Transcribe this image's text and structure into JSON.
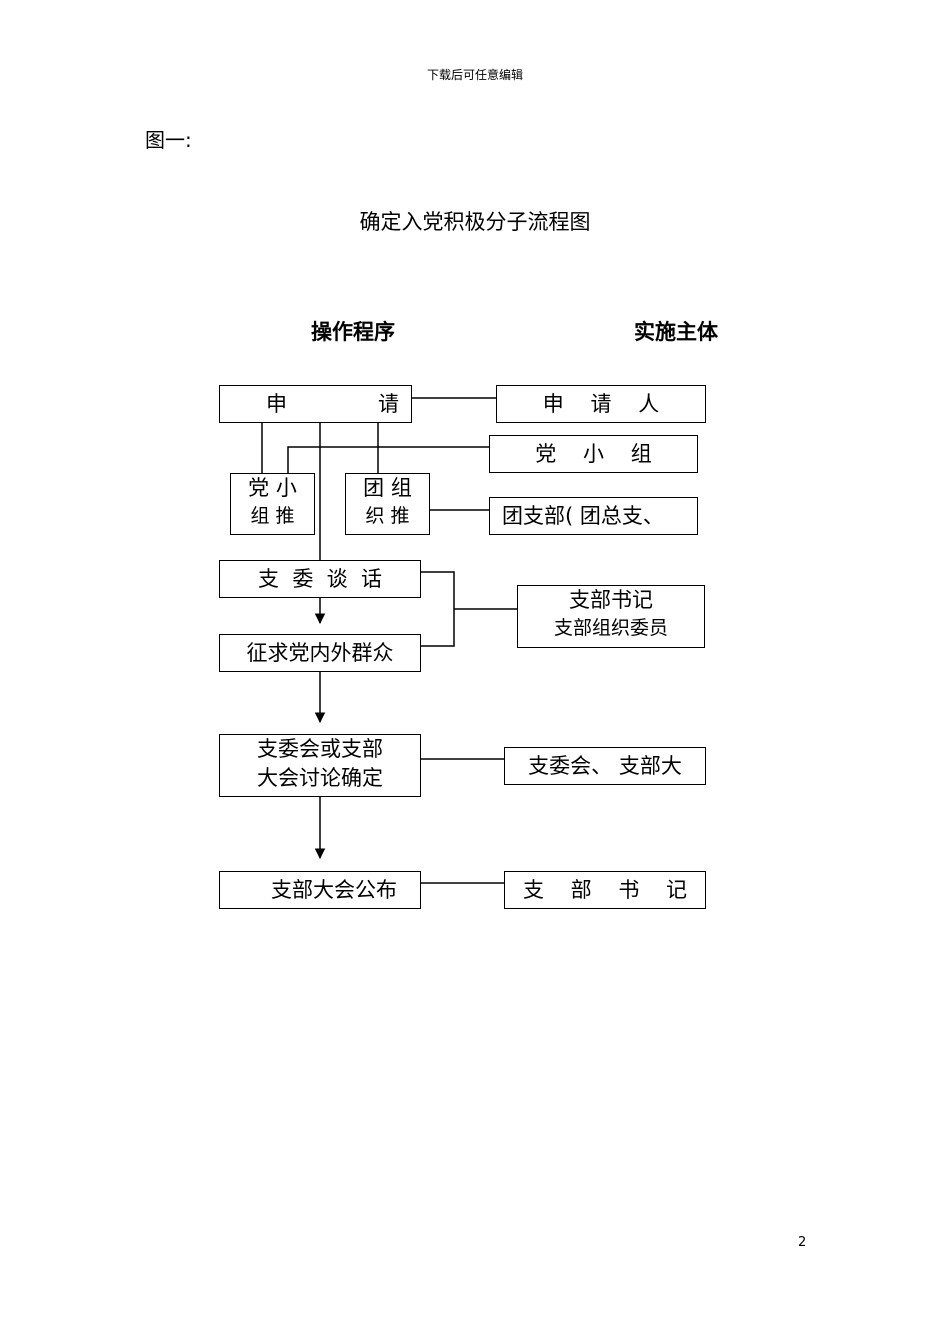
{
  "page": {
    "header_note": "下载后可任意编辑",
    "figure_label": "图一:",
    "chart_title": "确定入党积极分子流程图",
    "column_headers": {
      "procedure": "操作程序",
      "executor": "实施主体"
    },
    "page_number": "2"
  },
  "procedure_steps": {
    "apply": {
      "left": "申",
      "right": "请"
    },
    "party_group": {
      "line1": "党 小",
      "line2": "组 推"
    },
    "league_group": {
      "line1": "团 组",
      "line2": "织 推"
    },
    "committee_talk": "支  委  谈  话",
    "solicit": "征求党内外群众",
    "committee_decide": {
      "line1": "支委会或支部",
      "line2": "大会讨论确定"
    },
    "announce": "支部大会公布"
  },
  "executors": {
    "applicant": "申    请    人",
    "party_group": "党    小    组",
    "league_branch": "团支部( 团总支、",
    "branch_secretary_members": {
      "line1": "支部书记",
      "line2": "支部组织委员"
    },
    "committee_assembly": "支委会、 支部大",
    "branch_secretary": "支    部    书    记"
  }
}
